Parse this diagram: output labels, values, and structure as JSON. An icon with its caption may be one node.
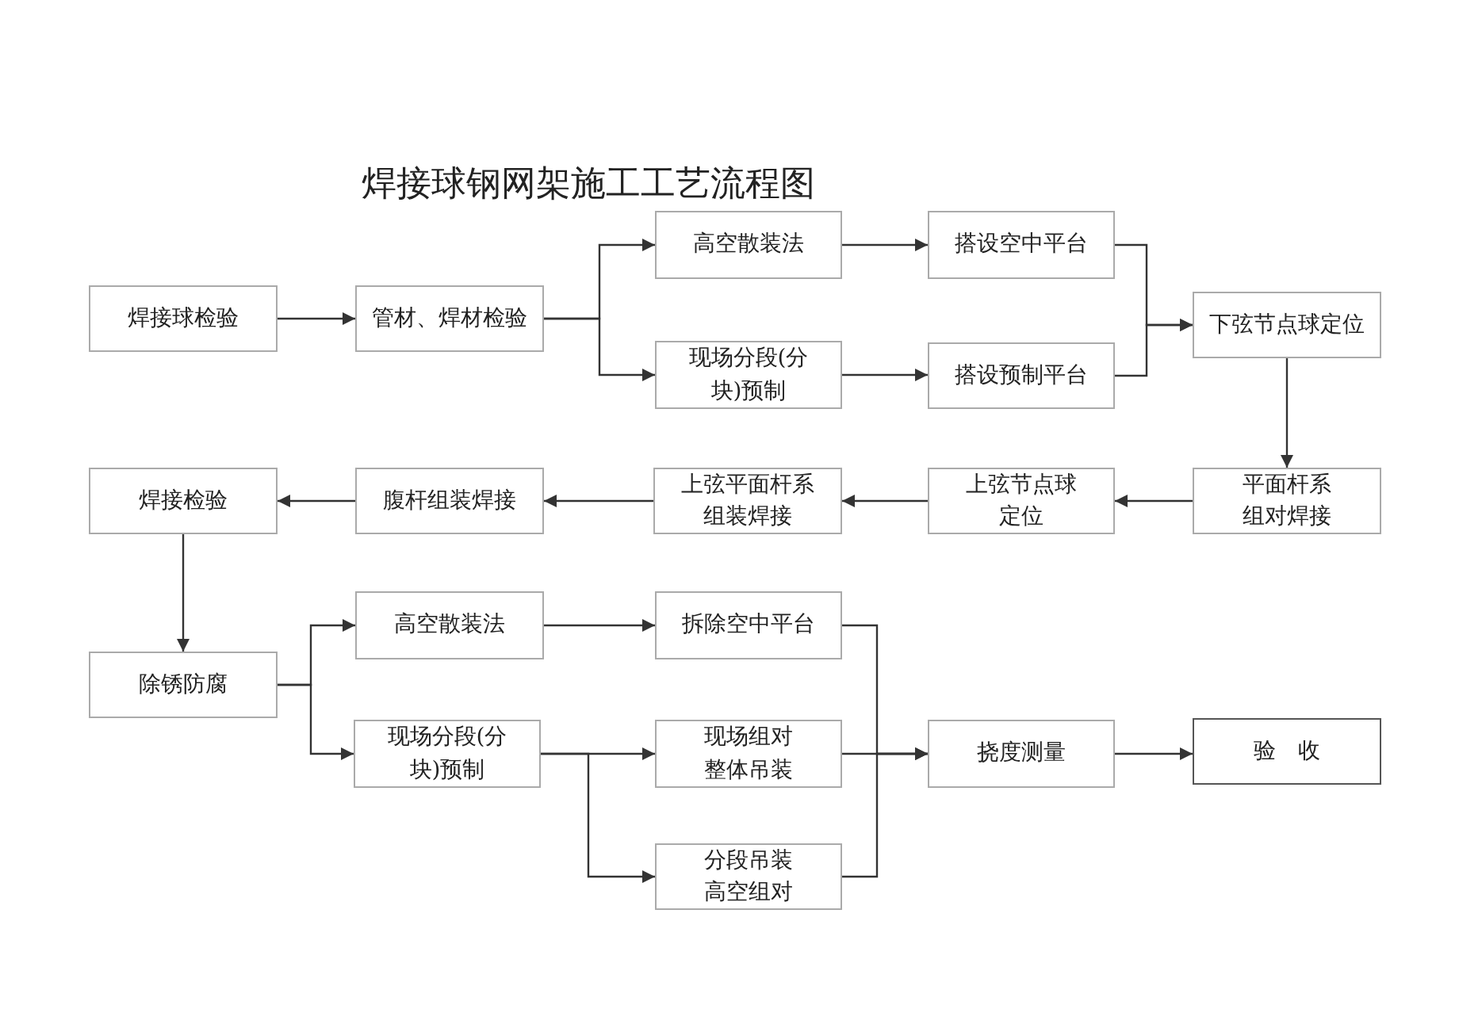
{
  "diagram": {
    "title": "焊接球钢网架施工工艺流程图",
    "nodes": [
      {
        "text": [
          "焊接球检验"
        ]
      },
      {
        "text": [
          "管材、焊材检验"
        ]
      },
      {
        "text": [
          "高空散装法"
        ]
      },
      {
        "text": [
          "现场分段(分块)预制"
        ]
      },
      {
        "text": [
          "搭设空中平台"
        ]
      },
      {
        "text": [
          "搭设预制平台"
        ]
      },
      {
        "text": [
          "下弦节点球定位"
        ]
      },
      {
        "text": [
          "平面杆系组对焊接"
        ]
      },
      {
        "text": [
          "上弦节点球定位"
        ]
      },
      {
        "text": [
          "上弦平面杆系组装焊接"
        ]
      },
      {
        "text": [
          "腹杆组装焊接"
        ]
      },
      {
        "text": [
          "焊接检验"
        ]
      },
      {
        "text": [
          "除锈防腐"
        ]
      },
      {
        "text": [
          "高空散装法"
        ]
      },
      {
        "text": [
          "现场分段(分块)预制"
        ]
      },
      {
        "text": [
          "拆除空中平台"
        ]
      },
      {
        "text": [
          "现场组对整体吊装"
        ]
      },
      {
        "text": [
          "分段吊装高空组对"
        ]
      },
      {
        "text": [
          "挠度测量"
        ]
      },
      {
        "text": [
          "验　收"
        ]
      }
    ],
    "edges": [
      {
        "from": 0,
        "to": 1,
        "arrow": "to"
      },
      {
        "from": 1,
        "to": 2,
        "arrow": "to"
      },
      {
        "from": 1,
        "to": 3,
        "arrow": "to"
      },
      {
        "from": 2,
        "to": 4,
        "arrow": "to"
      },
      {
        "from": 3,
        "to": 5,
        "arrow": "to"
      },
      {
        "from": 4,
        "to": 6,
        "arrow": "to"
      },
      {
        "from": 5,
        "to": 6,
        "arrow": "to"
      },
      {
        "from": 6,
        "to": 7,
        "arrow": "to"
      },
      {
        "from": 7,
        "to": 8,
        "arrow": "to"
      },
      {
        "from": 8,
        "to": 9,
        "arrow": "to"
      },
      {
        "from": 9,
        "to": 10,
        "arrow": "to"
      },
      {
        "from": 10,
        "to": 11,
        "arrow": "to"
      },
      {
        "from": 11,
        "to": 12,
        "arrow": "to"
      },
      {
        "from": 12,
        "to": 13,
        "arrow": "to"
      },
      {
        "from": 12,
        "to": 14,
        "arrow": "to"
      },
      {
        "from": 13,
        "to": 15,
        "arrow": "to"
      },
      {
        "from": 14,
        "to": 16,
        "arrow": "to"
      },
      {
        "from": 14,
        "to": 17,
        "arrow": "to"
      },
      {
        "from": 15,
        "to": 18,
        "arrow": "to"
      },
      {
        "from": 16,
        "to": 18,
        "arrow": "to"
      },
      {
        "from": 17,
        "to": 18,
        "arrow": "to"
      },
      {
        "from": 18,
        "to": 19,
        "arrow": "to"
      }
    ]
  }
}
